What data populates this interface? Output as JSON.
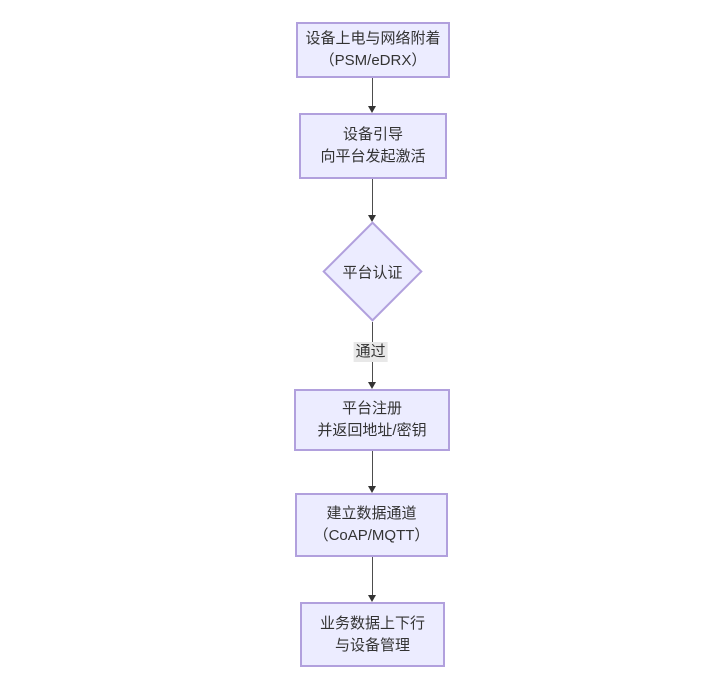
{
  "diagram": {
    "type": "flowchart",
    "direction": "top-down",
    "nodes": [
      {
        "id": "n1",
        "shape": "rect",
        "lines": [
          "设备上电与网络附着",
          "（PSM/eDRX）"
        ]
      },
      {
        "id": "n2",
        "shape": "rect",
        "lines": [
          "设备引导",
          "向平台发起激活"
        ]
      },
      {
        "id": "n3",
        "shape": "diamond",
        "lines": [
          "平台认证"
        ]
      },
      {
        "id": "n4",
        "shape": "rect",
        "lines": [
          "平台注册",
          "并返回地址/密钥"
        ]
      },
      {
        "id": "n5",
        "shape": "rect",
        "lines": [
          "建立数据通道",
          "（CoAP/MQTT）"
        ]
      },
      {
        "id": "n6",
        "shape": "rect",
        "lines": [
          "业务数据上下行",
          "与设备管理"
        ]
      }
    ],
    "edges": [
      {
        "from": "n1",
        "to": "n2",
        "label": ""
      },
      {
        "from": "n2",
        "to": "n3",
        "label": ""
      },
      {
        "from": "n3",
        "to": "n4",
        "label": "通过"
      },
      {
        "from": "n4",
        "to": "n5",
        "label": ""
      },
      {
        "from": "n5",
        "to": "n6",
        "label": ""
      }
    ],
    "colors": {
      "node_fill": "#ECECFF",
      "node_border": "#b1a0dd",
      "text": "#333333",
      "line": "#4d4d4d",
      "label_bg": "#e8e8e8",
      "canvas_bg": "#ffffff"
    }
  }
}
